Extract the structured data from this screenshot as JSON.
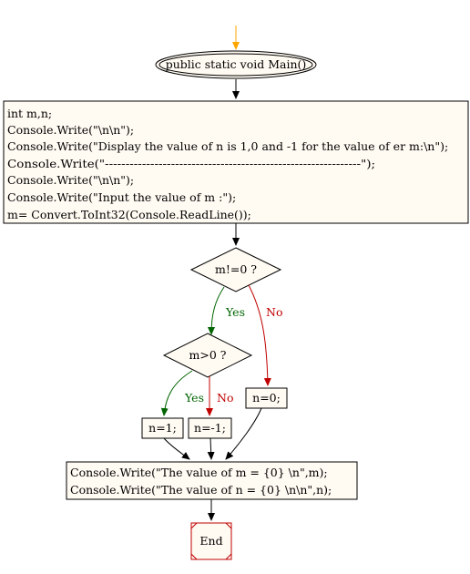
{
  "diagram": {
    "start_node": "public static void Main()",
    "code_block": [
      "int m,n;",
      "Console.Write(\"\\n\\n\");",
      "Console.Write(\"Display the value of n is 1,0 and -1 for the value of er m:\\n\");",
      "Console.Write(\"--------------------------------------------------------------\");",
      "Console.Write(\"\\n\\n\");",
      "Console.Write(\"Input the  value of m :\");",
      "m= Convert.ToInt32(Console.ReadLine());"
    ],
    "decision1": "m!=0 ?",
    "decision2": "m>0 ?",
    "assign_pos": "n=1;",
    "assign_neg": "n=-1;",
    "assign_zero": "n=0;",
    "output_block": [
      "Console.Write(\"The value of m = {0} \\n\",m);",
      "Console.Write(\"The value of n = {0} \\n\\n\",n);"
    ],
    "end_node": "End",
    "labels": {
      "yes1": "Yes",
      "no1": "No",
      "yes2": "Yes",
      "no2": "No"
    },
    "colors": {
      "start_arrow": "#ffa500",
      "yes": "#006400",
      "no": "#c00000",
      "end_border": "#c00000",
      "box_fill": "#fffaf2"
    }
  }
}
